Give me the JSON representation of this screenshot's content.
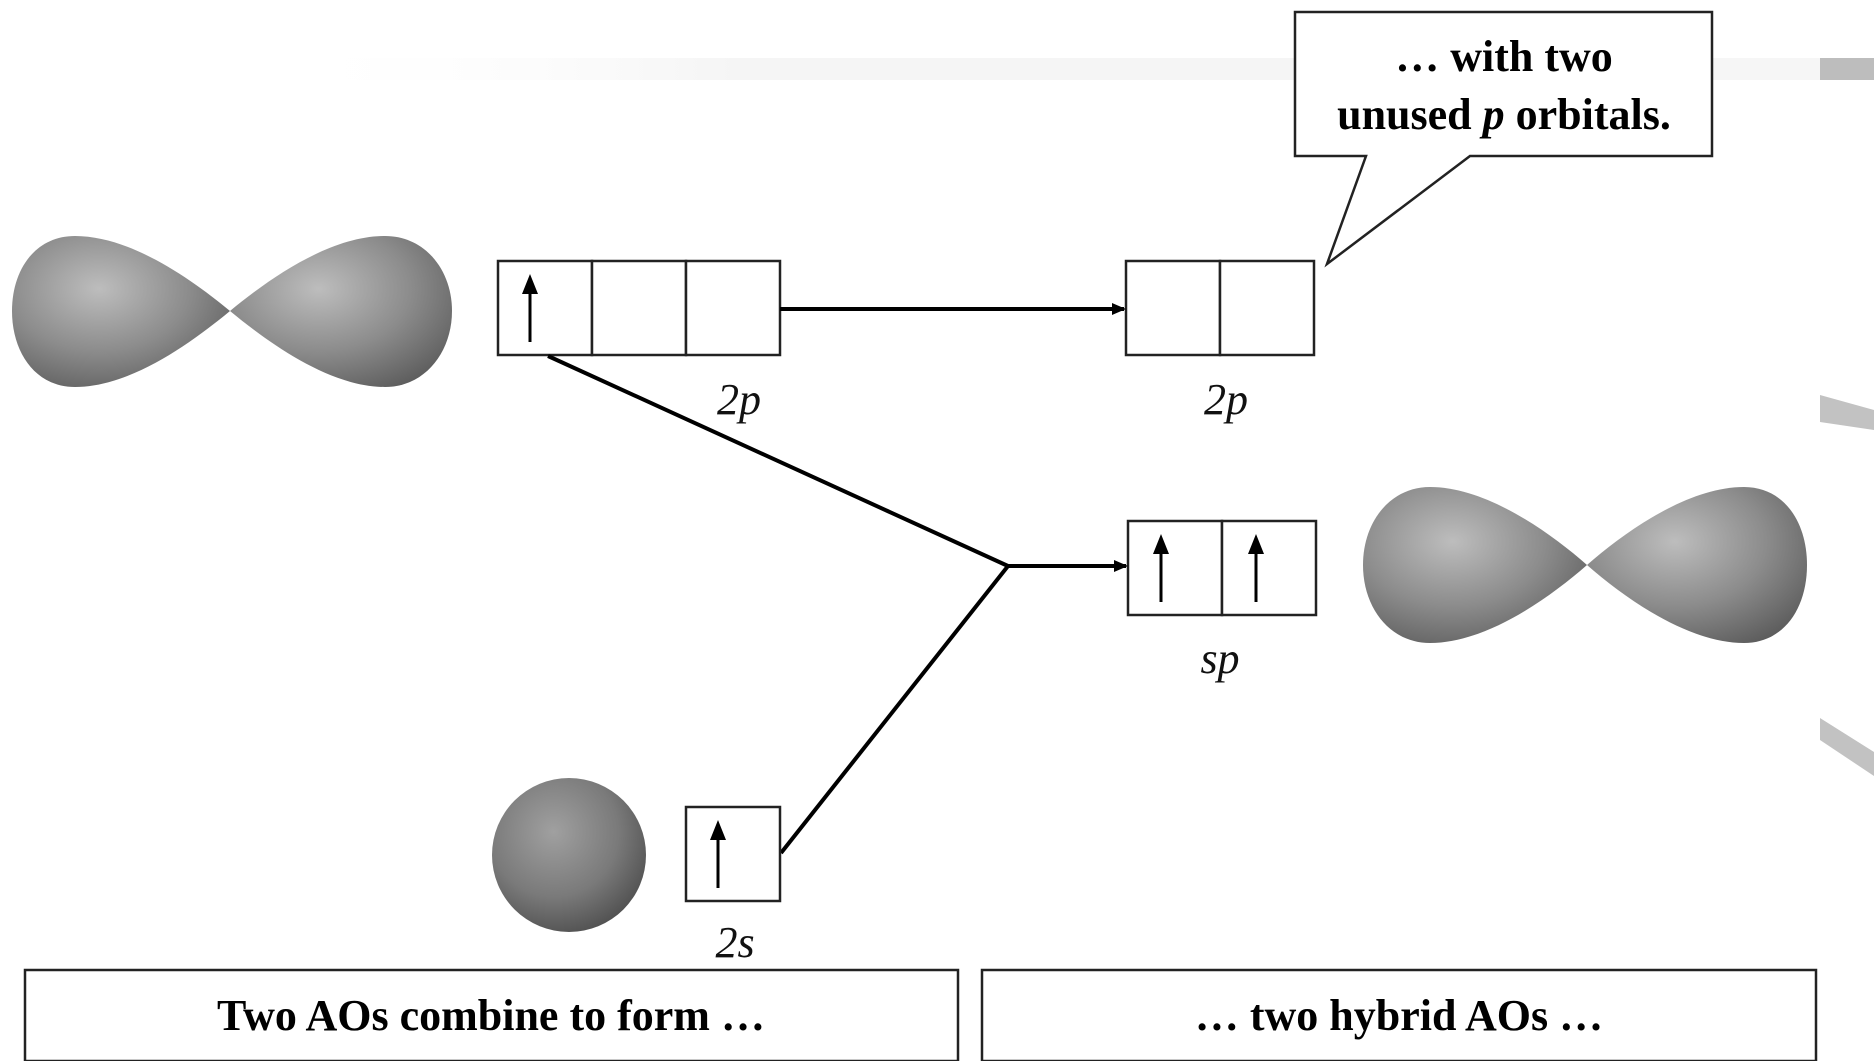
{
  "callout": {
    "line1": "… with two",
    "line2_prefix": "unused ",
    "line2_italic": "p",
    "line2_suffix": " orbitals."
  },
  "orbital_labels": {
    "p_left": "2p",
    "p_right": "2p",
    "sp": "sp",
    "s": "2s"
  },
  "captions": {
    "left": "Two AOs combine to form …",
    "right": "… two hybrid AOs …"
  },
  "colors": {
    "lobe": "#8a8a8a",
    "lobe_highlight": "#b8b8b8",
    "lobe_shadow": "#5e5e5e",
    "line": "#000000"
  }
}
